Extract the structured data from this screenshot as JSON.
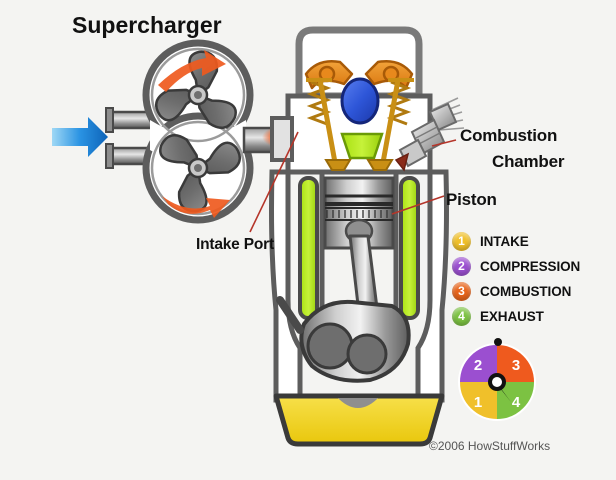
{
  "title": "Supercharger",
  "copyright": "©2006 HowStuffWorks",
  "callouts": {
    "intake_port": "Intake Port",
    "combustion_line1": "Combustion",
    "combustion_line2": "Chamber",
    "piston": "Piston"
  },
  "legend": {
    "items": [
      {
        "number": "1",
        "label": "INTAKE",
        "color": "#f0c02a"
      },
      {
        "number": "2",
        "label": "COMPRESSION",
        "color": "#9b4fd0"
      },
      {
        "number": "3",
        "label": "COMBUSTION",
        "color": "#e8641a"
      },
      {
        "number": "4",
        "label": "EXHAUST",
        "color": "#7cc242"
      }
    ]
  },
  "cycle_dial": {
    "quadrants": [
      {
        "number": "2",
        "stage": "COMPRESSION",
        "color": "#9b4fd0",
        "position": "upper-left"
      },
      {
        "number": "3",
        "stage": "COMBUSTION",
        "color": "#ef5a1e",
        "position": "upper-right"
      },
      {
        "number": "1",
        "stage": "INTAKE",
        "color": "#f0c02a",
        "position": "lower-left"
      },
      {
        "number": "4",
        "stage": "EXHAUST",
        "color": "#7cc242",
        "position": "lower-right"
      }
    ],
    "pointer_target": "4"
  },
  "colors": {
    "background": "#f4f4f2",
    "metal_dark": "#5d5d5d",
    "metal_mid": "#8a8a8a",
    "metal_light": "#d8d8d8",
    "oil_yellow": "#f2d11a",
    "coolant_green": "#b7ea18",
    "rocker_orange": "#e8891c",
    "cam_blue": "#2e56d8",
    "intake_blue": "#1f8fe0",
    "airflow_orange": "#ef5a1e",
    "leader_red": "#c0392b"
  },
  "parts": {
    "supercharger_rotor_top": "rotor-top",
    "supercharger_rotor_bottom": "rotor-bottom",
    "intake_arrow": "intake-air-arrow",
    "spark_plug": "spark-plug",
    "piston": "piston",
    "connecting_rod": "connecting-rod",
    "crankshaft": "crankshaft",
    "oil_pan": "oil-pan",
    "intake_valve": "intake-valve",
    "exhaust_valve": "exhaust-valve"
  }
}
